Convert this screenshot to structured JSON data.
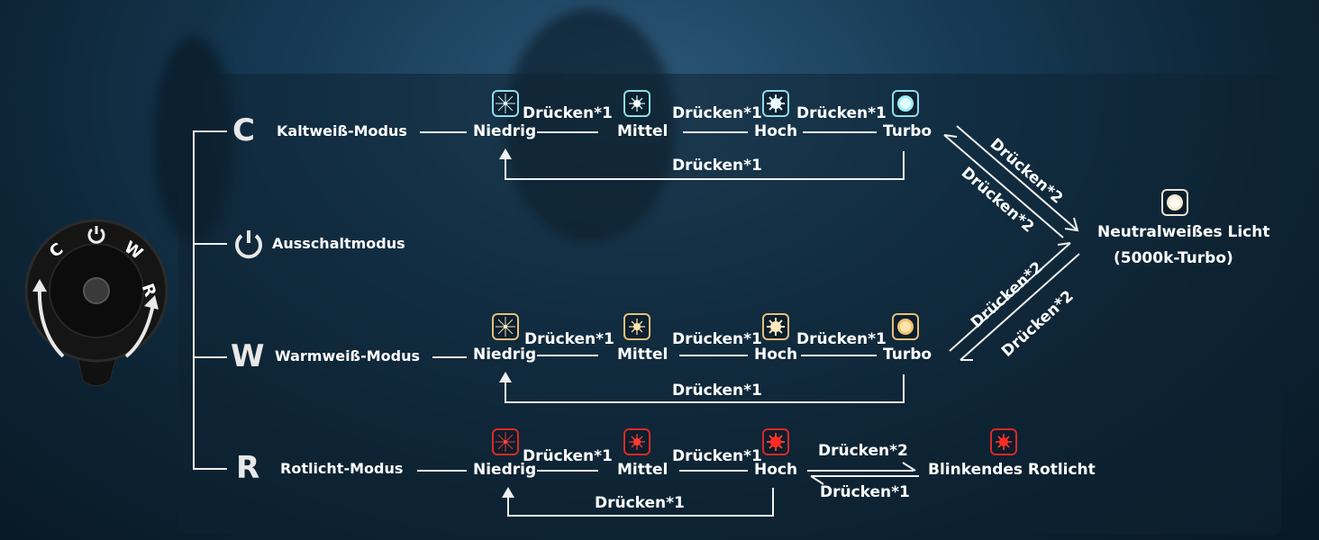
{
  "modes": {
    "c_letter": "C",
    "c_label": "Kaltweiß-Modus",
    "off_label": "Ausschaltmodus",
    "w_letter": "W",
    "w_label": "Warmweiß-Modus",
    "r_letter": "R",
    "r_label": "Rotlicht-Modus"
  },
  "knob": {
    "c": "C",
    "w": "W",
    "r": "R"
  },
  "levels": {
    "low": "Niedrig",
    "mid": "Mittel",
    "high": "Hoch",
    "turbo": "Turbo"
  },
  "press1": "Drücken*1",
  "press2": "Drücken*2",
  "neutral": {
    "line1": "Neutralweißes Licht",
    "line2": "(5000k-Turbo)"
  },
  "blink": "Blinkendes Rotlicht",
  "colors": {
    "cold": "#7fe6f5",
    "warm": "#f2c77a",
    "red": "#e0201c",
    "neutral": "#fff3dc"
  }
}
